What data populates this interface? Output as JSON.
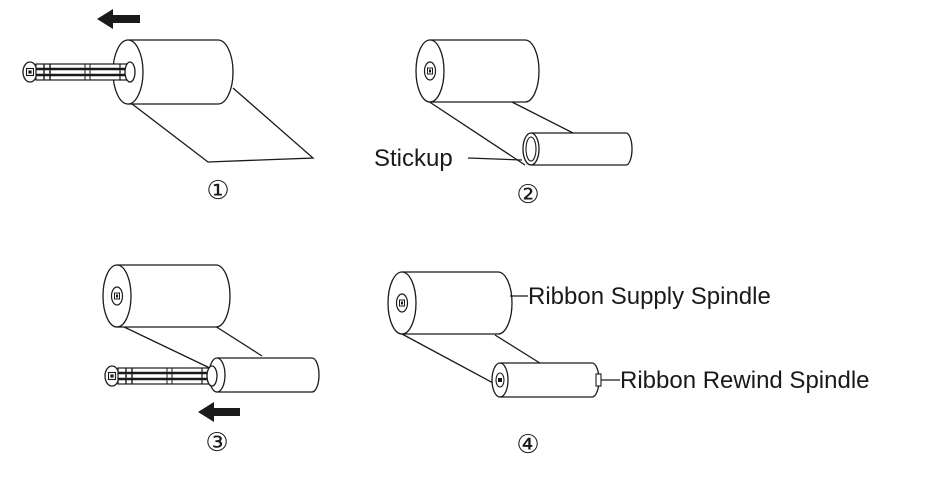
{
  "steps": [
    {
      "number": "①"
    },
    {
      "number": "②"
    },
    {
      "number": "③"
    },
    {
      "number": "④"
    }
  ],
  "labels": {
    "stickup": "Stickup",
    "supply_spindle": "Ribbon Supply Spindle",
    "rewind_spindle": "Ribbon Rewind Spindle"
  },
  "colors": {
    "line": "#1a1a1a",
    "arrow": "#1a1a1a",
    "background": "#ffffff"
  },
  "icons": {
    "arrow": "arrow-left-icon"
  }
}
